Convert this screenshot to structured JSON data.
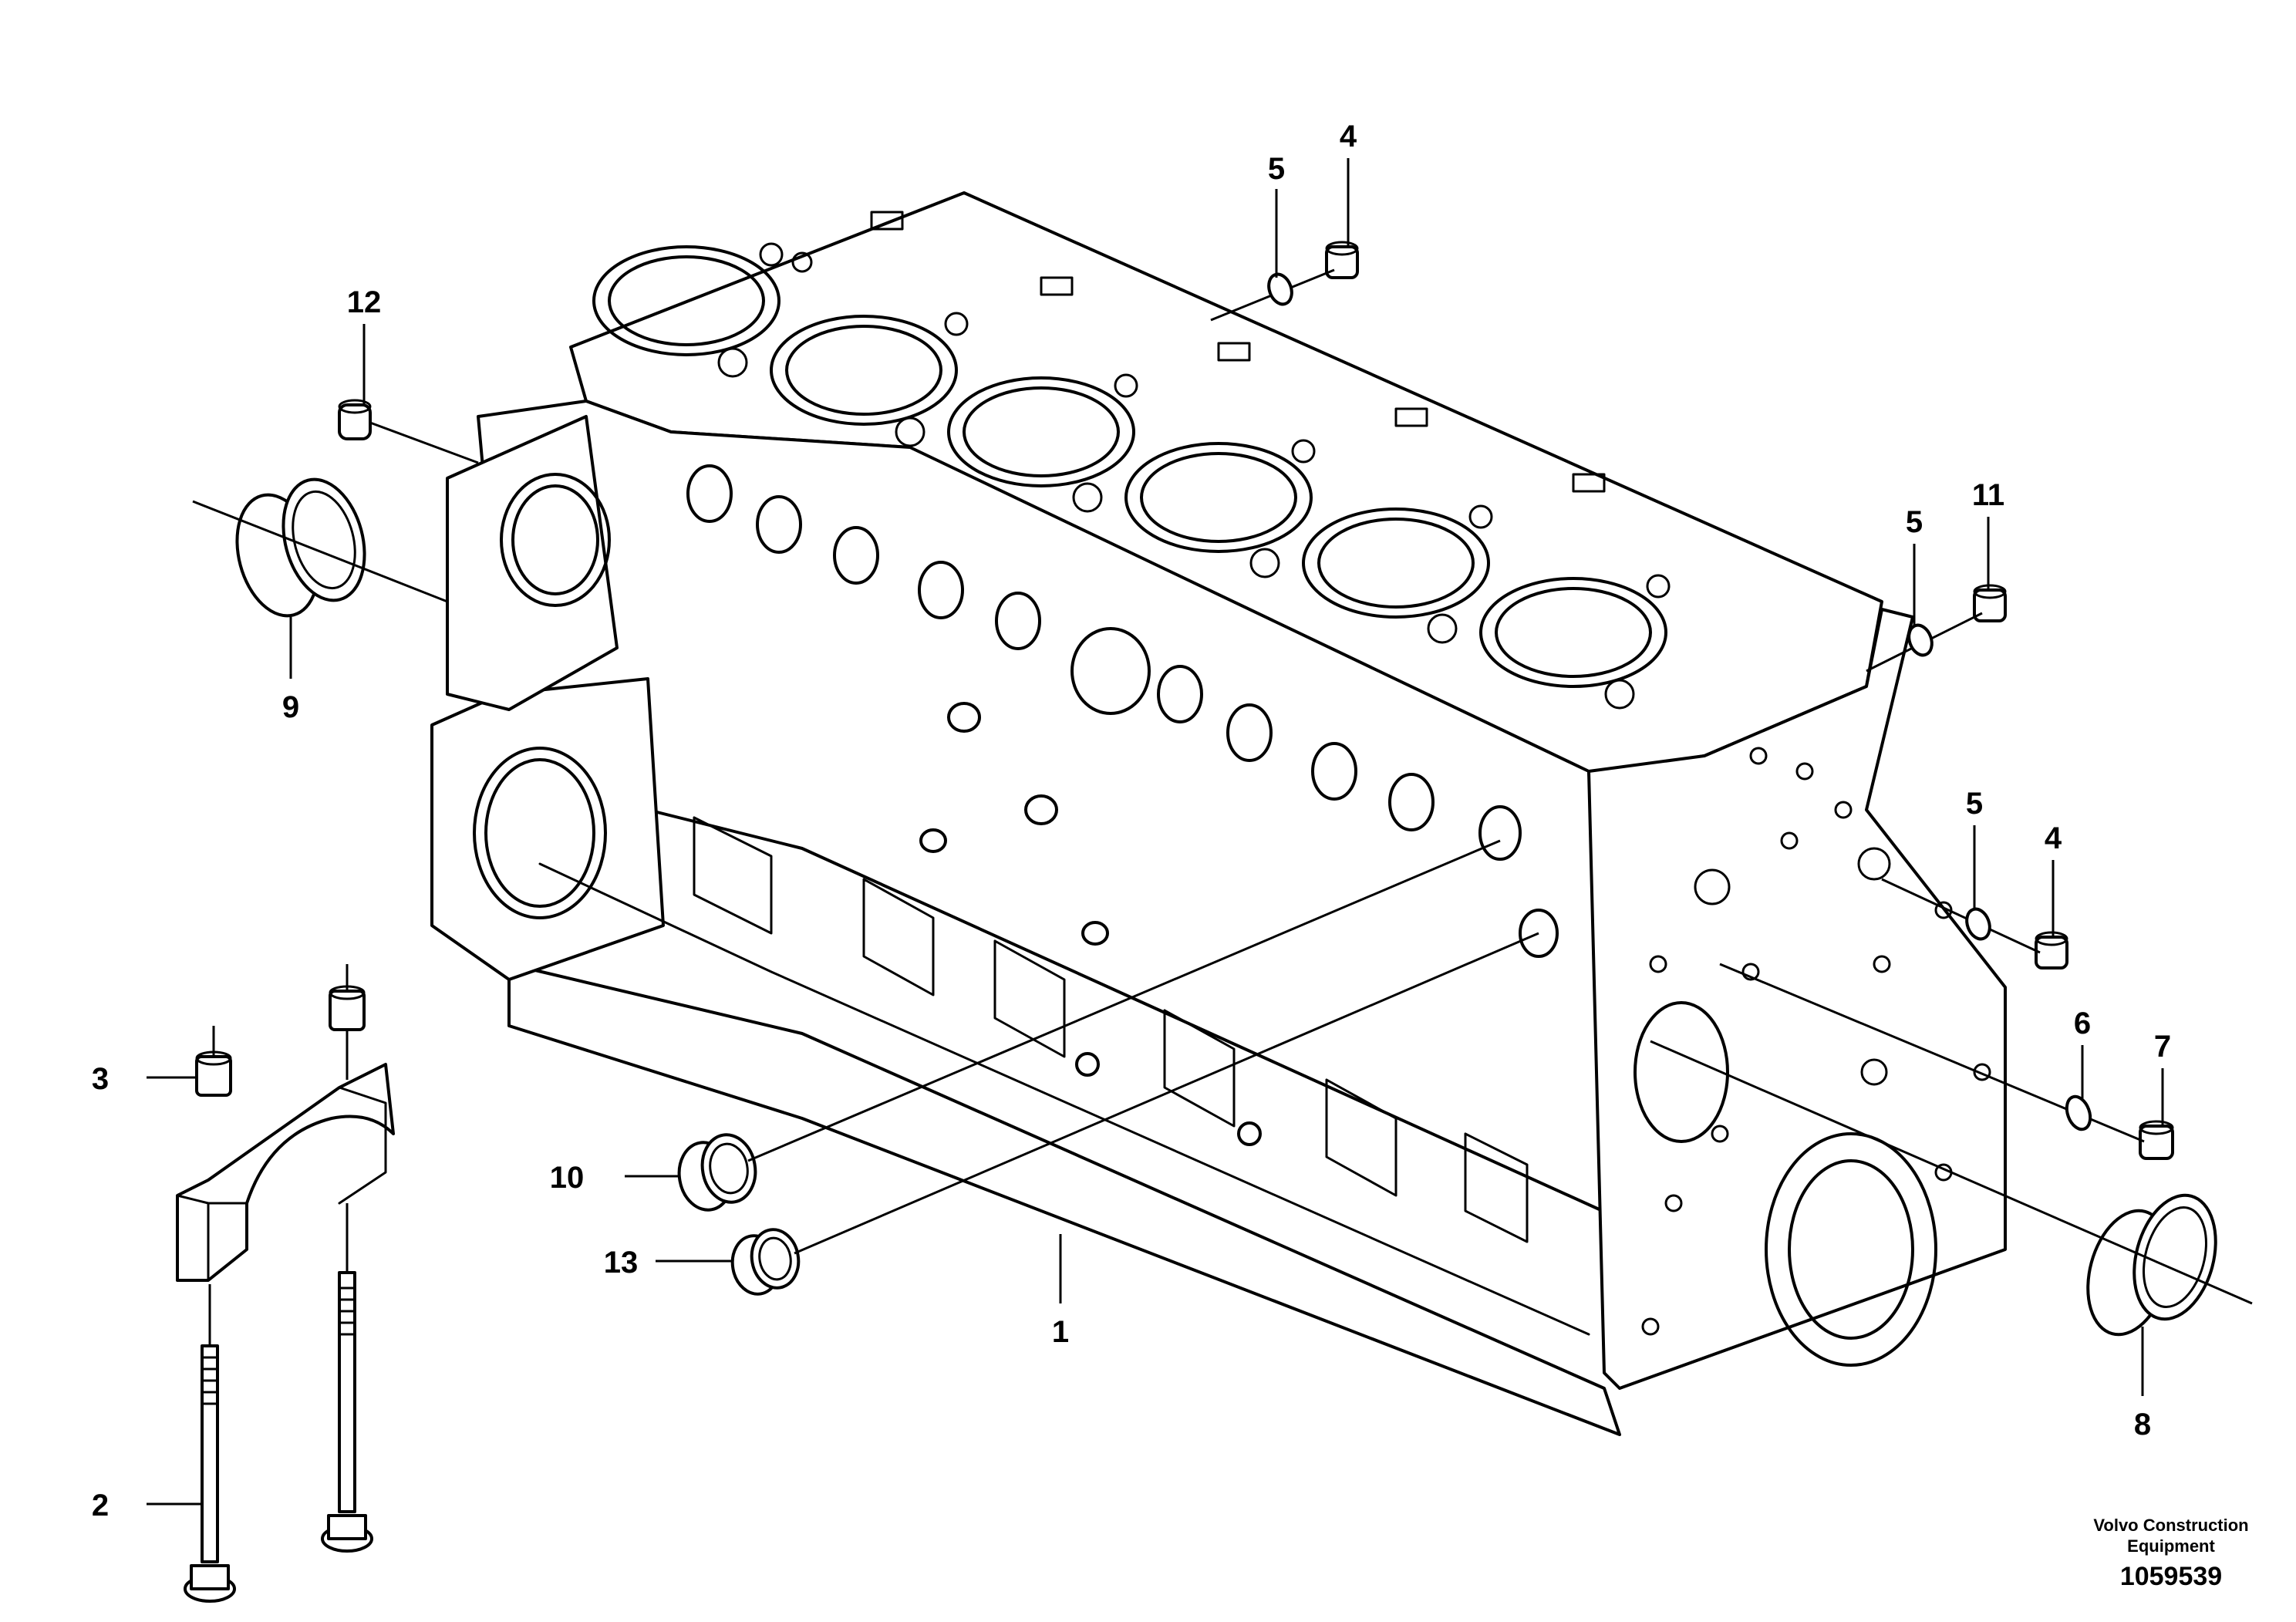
{
  "labels": {
    "l1": "1",
    "l2": "2",
    "l3": "3",
    "l4a": "4",
    "l4b": "4",
    "l5a": "5",
    "l5b": "5",
    "l5c": "5",
    "l6": "6",
    "l7": "7",
    "l8": "8",
    "l9": "9",
    "l10": "10",
    "l11": "11",
    "l12": "12",
    "l13": "13"
  },
  "footer": {
    "credit_line1": "Volvo Construction",
    "credit_line2": "Equipment",
    "drawing_number": "1059539"
  }
}
